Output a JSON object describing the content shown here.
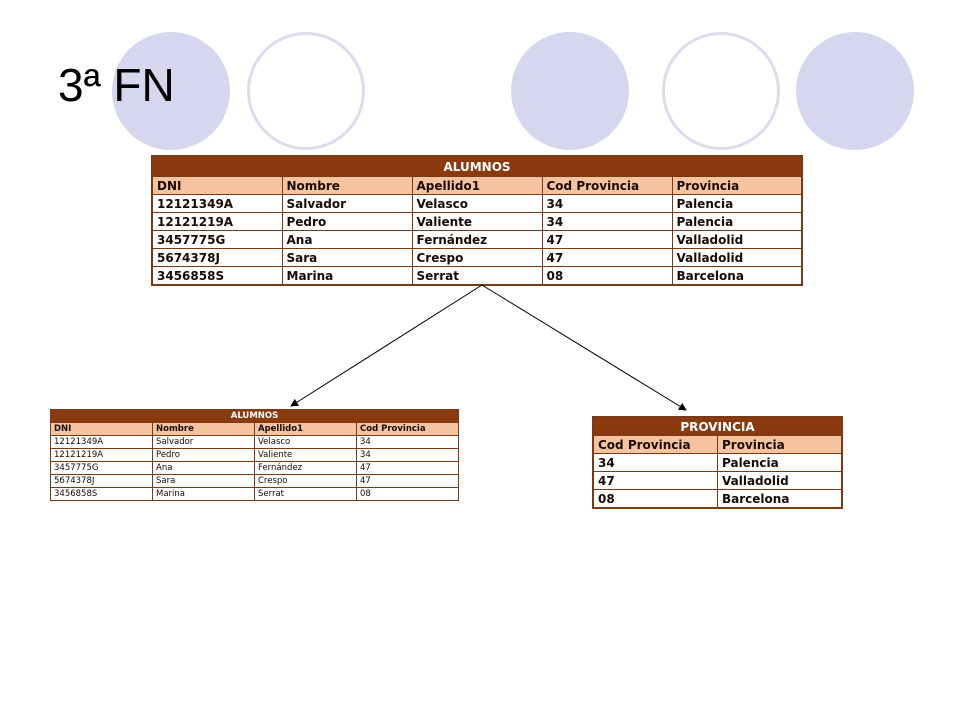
{
  "slide": {
    "title": "3ª FN"
  },
  "table_alumnos_full": {
    "caption": "ALUMNOS",
    "headers": [
      "DNI",
      "Nombre",
      "Apellido1",
      "Cod Provincia",
      "Provincia"
    ],
    "rows": [
      [
        "12121349A",
        "Salvador",
        "Velasco",
        "34",
        "Palencia"
      ],
      [
        "12121219A",
        "Pedro",
        "Valiente",
        "34",
        "Palencia"
      ],
      [
        "3457775G",
        "Ana",
        "Fernández",
        "47",
        "Valladolid"
      ],
      [
        "5674378J",
        "Sara",
        "Crespo",
        "47",
        "Valladolid"
      ],
      [
        "3456858S",
        "Marina",
        "Serrat",
        "08",
        "Barcelona"
      ]
    ]
  },
  "table_alumnos": {
    "caption": "ALUMNOS",
    "headers": [
      "DNI",
      "Nombre",
      "Apellido1",
      "Cod Provincia"
    ],
    "rows": [
      [
        "12121349A",
        "Salvador",
        "Velasco",
        "34"
      ],
      [
        "12121219A",
        "Pedro",
        "Valiente",
        "34"
      ],
      [
        "3457775G",
        "Ana",
        "Fernández",
        "47"
      ],
      [
        "5674378J",
        "Sara",
        "Crespo",
        "47"
      ],
      [
        "3456858S",
        "Marina",
        "Serrat",
        "08"
      ]
    ]
  },
  "table_provincia": {
    "caption": "PROVINCIA",
    "headers": [
      "Cod Provincia",
      "Provincia"
    ],
    "rows": [
      [
        "34",
        "Palencia"
      ],
      [
        "47",
        "Valladolid"
      ],
      [
        "08",
        "Barcelona"
      ]
    ]
  },
  "colors": {
    "caption_bg": "#8b3a10",
    "header_bg": "#f5c49e",
    "border": "#7a3a16",
    "circle_fill": "#d6d6ee"
  }
}
